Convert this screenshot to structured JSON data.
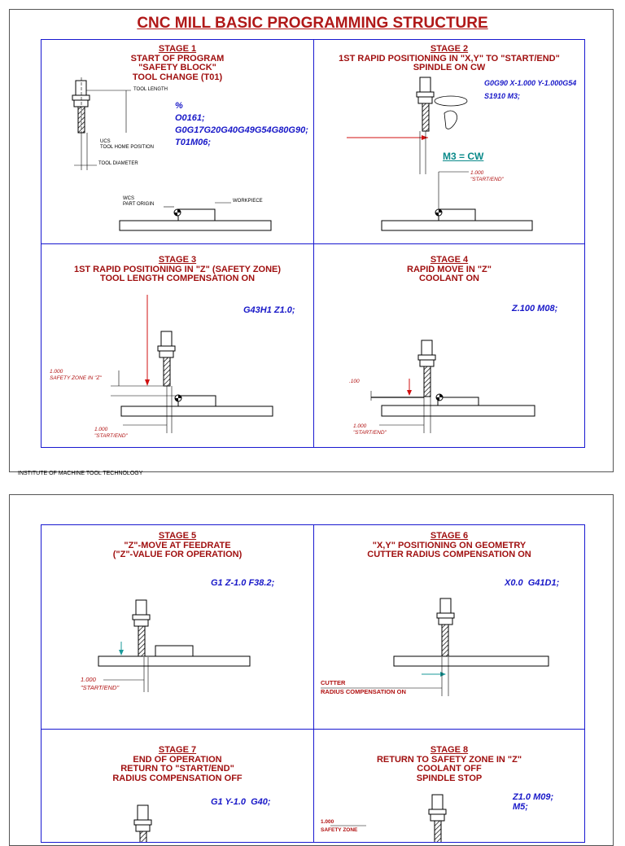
{
  "title": "CNC MILL BASIC PROGRAMMING STRUCTURE",
  "footer": "INSTITUTE OF MACHINE TOOL TECHNOLOGY",
  "stages": [
    {
      "num": "STAGE 1",
      "lines": [
        "START OF PROGRAM",
        "\"SAFETY BLOCK\"",
        "TOOL CHANGE (T01)"
      ],
      "code": "%\nO0161;\nG0G17G20G40G49G54G80G90;\nT01M06;",
      "labels": {
        "tool_length": "TOOL LENGTH",
        "ucs": "UCS\nTOOL HOME POSITION",
        "tool_diameter": "TOOL DIAMETER",
        "wcs": "WCS\nPART ORIGIN",
        "workpiece": "WORKPIECE"
      }
    },
    {
      "num": "STAGE 2",
      "lines": [
        "1ST RAPID POSITIONING IN \"X,Y\" TO \"START/END\"",
        "SPINDLE ON CW"
      ],
      "code": "G0G90 X-1.000 Y-1.000G54\nS1910 M3;",
      "cw": "M3 = CW",
      "dim": "1.000\n\"START/END\""
    },
    {
      "num": "STAGE 3",
      "lines": [
        "1ST RAPID POSITIONING IN \"Z\" (SAFETY ZONE)",
        "TOOL LENGTH COMPENSATION ON"
      ],
      "code": "G43H1 Z1.0;",
      "dim_safety": "1.000\nSAFETY ZONE IN \"Z\"",
      "dim": "1.000\n\"START/END\""
    },
    {
      "num": "STAGE 4",
      "lines": [
        "RAPID MOVE IN \"Z\"",
        "COOLANT ON"
      ],
      "code": "Z.100 M08;",
      "dim_z": ".100",
      "dim": "1.000\n\"START/END\""
    },
    {
      "num": "STAGE 5",
      "lines": [
        "\"Z\"-MOVE AT FEEDRATE",
        "(\"Z\"-VALUE FOR OPERATION)"
      ],
      "code": "G1 Z-1.0 F38.2;",
      "dim": "1.000\n\"START/END\""
    },
    {
      "num": "STAGE 6",
      "lines": [
        "\"X,Y\" POSITIONING ON GEOMETRY",
        "CUTTER RADIUS COMPENSATION ON"
      ],
      "code": "X0.0  G41D1;",
      "dim": "CUTTER\nRADIUS COMPENSATION ON"
    },
    {
      "num": "STAGE 7",
      "lines": [
        "END OF OPERATION",
        "RETURN TO \"START/END\"",
        "RADIUS COMPENSATION OFF"
      ],
      "code": "G1 Y-1.0  G40;"
    },
    {
      "num": "STAGE 8",
      "lines": [
        "RETURN TO SAFETY ZONE IN \"Z\"",
        "COOLANT OFF",
        "SPINDLE STOP"
      ],
      "code": "Z1.0 M09;\nM5;",
      "dim": "1.000\nSAFETY ZONE"
    }
  ]
}
